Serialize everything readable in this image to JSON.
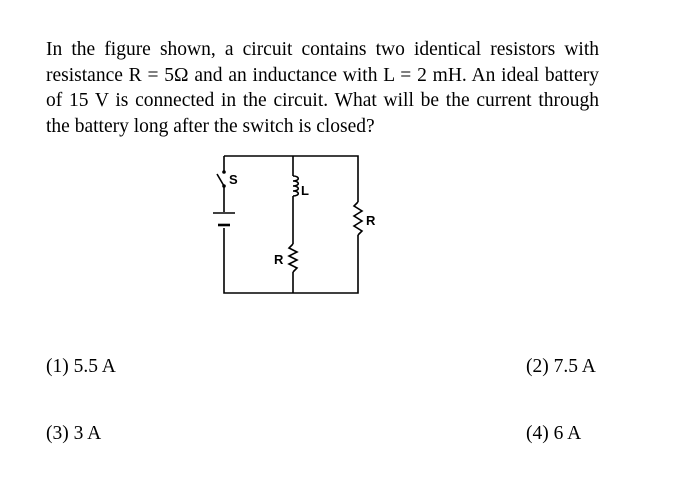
{
  "question": {
    "text": "In the figure shown, a circuit contains two identical resistors with resistance R = 5Ω and an inductance with L = 2 mH. An ideal battery of 15 V is connected in the circuit. What will be the current through the battery long after the switch is closed?"
  },
  "figure": {
    "switch_label": "S",
    "inductor_label": "L",
    "resistor_middle_label": "R",
    "resistor_right_label": "R"
  },
  "options": [
    {
      "label": "(1) 5.5 A"
    },
    {
      "label": "(2) 7.5 A"
    },
    {
      "label": "(3)  3 A"
    },
    {
      "label": "(4) 6 A"
    }
  ]
}
